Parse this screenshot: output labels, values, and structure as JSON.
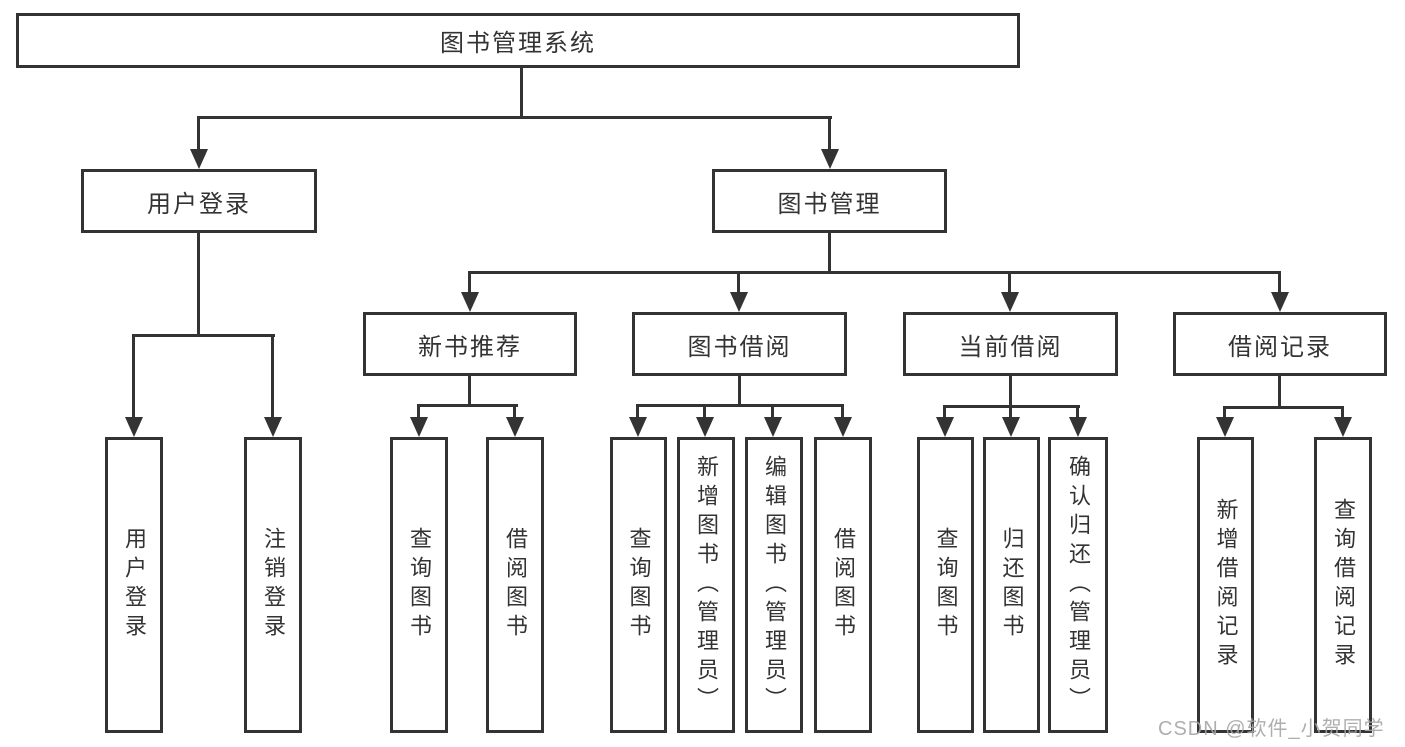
{
  "diagram": {
    "type": "hierarchy",
    "root": {
      "label": "图书管理系统"
    },
    "branches": [
      {
        "label": "用户登录",
        "leaves": [
          {
            "label": "用户登录"
          },
          {
            "label": "注销登录"
          }
        ]
      },
      {
        "label": "图书管理",
        "groups": [
          {
            "label": "新书推荐",
            "leaves": [
              {
                "label": "查询图书"
              },
              {
                "label": "借阅图书"
              }
            ]
          },
          {
            "label": "图书借阅",
            "leaves": [
              {
                "label": "查询图书"
              },
              {
                "label": "新增图书（管理员）"
              },
              {
                "label": "编辑图书（管理员）"
              },
              {
                "label": "借阅图书"
              }
            ]
          },
          {
            "label": "当前借阅",
            "leaves": [
              {
                "label": "查询图书"
              },
              {
                "label": "归还图书"
              },
              {
                "label": "确认归还（管理员）"
              }
            ]
          },
          {
            "label": "借阅记录",
            "leaves": [
              {
                "label": "新增借阅记录"
              },
              {
                "label": "查询借阅记录"
              }
            ]
          }
        ]
      }
    ]
  },
  "watermark": {
    "text": "CSDN @软件_小贺同学",
    "color": "#a6a6a6"
  },
  "colors": {
    "line": "#333333",
    "box_border": "#333333",
    "box_background": "#ffffff",
    "text": "#333333"
  }
}
